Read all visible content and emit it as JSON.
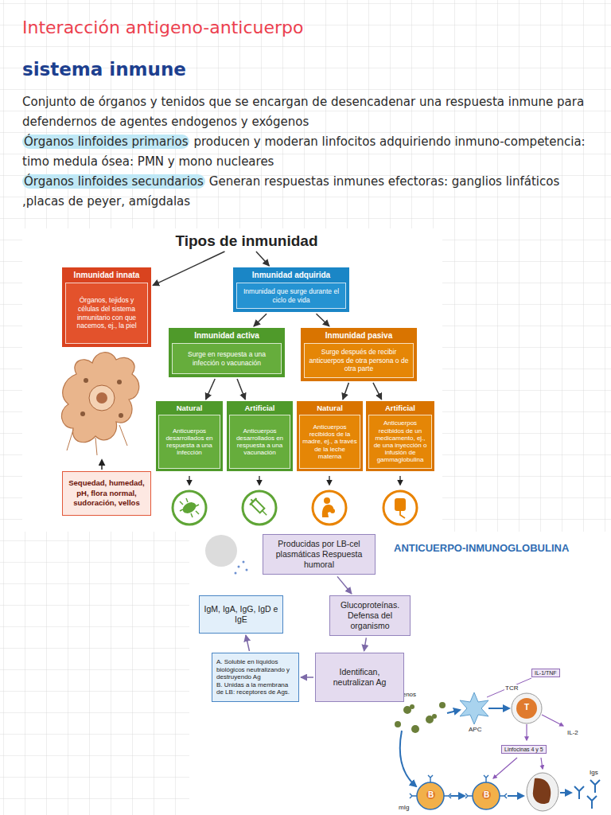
{
  "diagram": {
    "title": "Interacción antigeno-anticuerpo",
    "nodes": [
      {
        "text": [
          "Tipos de inmunidad"
        ]
      },
      {
        "text": [
          "Inmunidad innata",
          "Órganos, tejidos y células del sistema inmunitario con que nacemos, ej., la piel"
        ]
      },
      {
        "text": [
          "Inmunidad adquirida",
          "Inmunidad que surge durante el ciclo de vida"
        ]
      },
      {
        "text": [
          "Inmunidad activa",
          "Surge en respuesta a una infección o vacunación"
        ]
      },
      {
        "text": [
          "Inmunidad pasiva",
          "Surge después de recibir anticuerpos de otra persona o de otra parte"
        ]
      },
      {
        "text": [
          "Natural",
          "Anticuerpos desarrollados en respuesta a una infección"
        ]
      },
      {
        "text": [
          "Artificial",
          "Anticuerpos desarrollados en respuesta a una vacunación"
        ]
      },
      {
        "text": [
          "Natural",
          "Anticuerpos recibidos de la madre, ej., a través de la leche materna"
        ]
      },
      {
        "text": [
          "Artificial",
          "Anticuerpos recibidos de un medicamento, ej., de una inyección o infusión de gammaglobulina"
        ]
      },
      {
        "text": [
          "Sequedad, humedad, pH, flora normal, sudoración, vellos"
        ]
      },
      {
        "text": [
          "Producidas por LB-cel plasmáticas Respuesta humoral"
        ]
      },
      {
        "text": [
          "IgM, IgA, IgG, IgD e IgE"
        ]
      },
      {
        "text": [
          "Glucoproteínas. Defensa del organismo"
        ]
      },
      {
        "text": [
          "A. Soluble en líquidos biológicos neutralizando y destruyendo Ag",
          "B. Unidas a la membrana de LB: receptores de Ags."
        ]
      },
      {
        "text": [
          "Identifican, neutralizan Ag"
        ]
      }
    ],
    "edges": [
      {
        "from": 0,
        "to": 1,
        "arrow": "to"
      },
      {
        "from": 0,
        "to": 2,
        "arrow": "to"
      },
      {
        "from": 2,
        "to": 3,
        "arrow": "to"
      },
      {
        "from": 2,
        "to": 4,
        "arrow": "to"
      },
      {
        "from": 3,
        "to": 5,
        "arrow": "to"
      },
      {
        "from": 3,
        "to": 6,
        "arrow": "to"
      },
      {
        "from": 4,
        "to": 7,
        "arrow": "to"
      },
      {
        "from": 4,
        "to": 8,
        "arrow": "to"
      },
      {
        "from": 10,
        "to": 12,
        "arrow": "to"
      },
      {
        "from": 12,
        "to": 14,
        "arrow": "to"
      },
      {
        "from": 14,
        "to": 13,
        "arrow": "to"
      },
      {
        "from": 13,
        "to": 11,
        "arrow": "to"
      }
    ],
    "labels": [
      "sistema inmune",
      "Conjunto de órganos y tenidos que se encargan de desencadenar una respuesta inmune para defendernos de agentes endogenos y exógenos",
      "Órganos linfoides primarios",
      "producen y moderan linfocitos adquiriendo inmuno-competencia: timo medula ósea: PMN y mono nucleares",
      "Órganos linfoides secundarios",
      "Generan respuestas inmunes efectoras: ganglios linfáticos ,placas de peyer, amígdalas",
      "ANTICUERPO-INMUNOGLOBULINA",
      "Antígenos",
      "APC",
      "IL-1/TNF",
      "TCR",
      "T",
      "IL-2",
      "Linfocinas 4 y 5",
      "mIg",
      "B",
      "B",
      "Igs"
    ]
  }
}
